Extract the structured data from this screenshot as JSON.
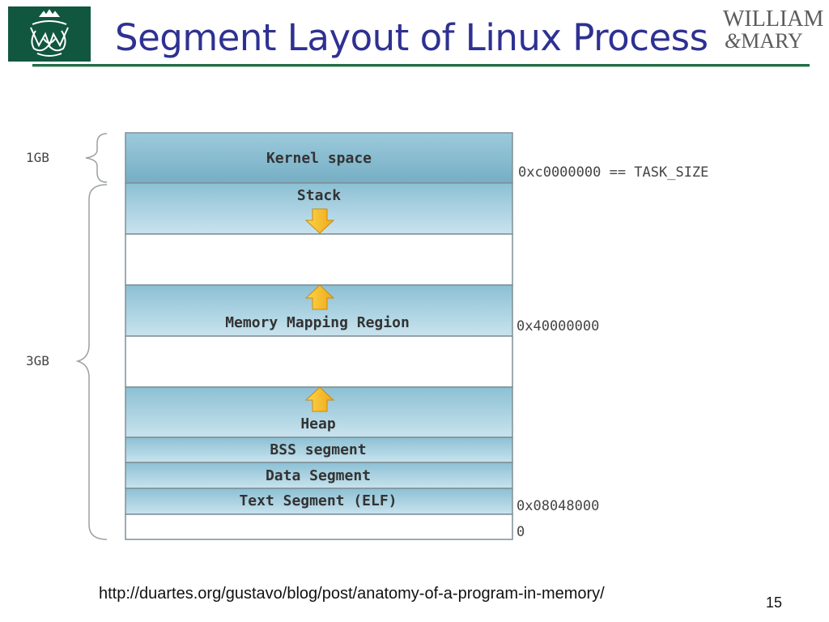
{
  "header": {
    "title": "Segment Layout of Linux Process",
    "wordmark_line1": "WILLIAM",
    "wordmark_amp": "&",
    "wordmark_line2": "MARY",
    "brand_color": "#115740",
    "title_color": "#2e3192"
  },
  "diagram": {
    "segments": [
      {
        "label": "Kernel space"
      },
      {
        "label": "Stack"
      },
      {
        "label": ""
      },
      {
        "label": "Memory Mapping Region"
      },
      {
        "label": ""
      },
      {
        "label": "Heap"
      },
      {
        "label": "BSS segment"
      },
      {
        "label": "Data Segment"
      },
      {
        "label": "Text Segment (ELF)"
      },
      {
        "label": ""
      }
    ],
    "addresses": [
      "0xc0000000 == TASK_SIZE",
      "0x40000000",
      "0x08048000",
      "0"
    ],
    "side_labels": [
      "1GB",
      "3GB"
    ],
    "colors": {
      "kernel": "#7db3c8",
      "segment": "#a8d0e0",
      "arrow": "#f5c518",
      "border": "#7f8f95"
    }
  },
  "footer": {
    "url": "http://duartes.org/gustavo/blog/post/anatomy-of-a-program-in-memory/",
    "page_number": "15"
  }
}
